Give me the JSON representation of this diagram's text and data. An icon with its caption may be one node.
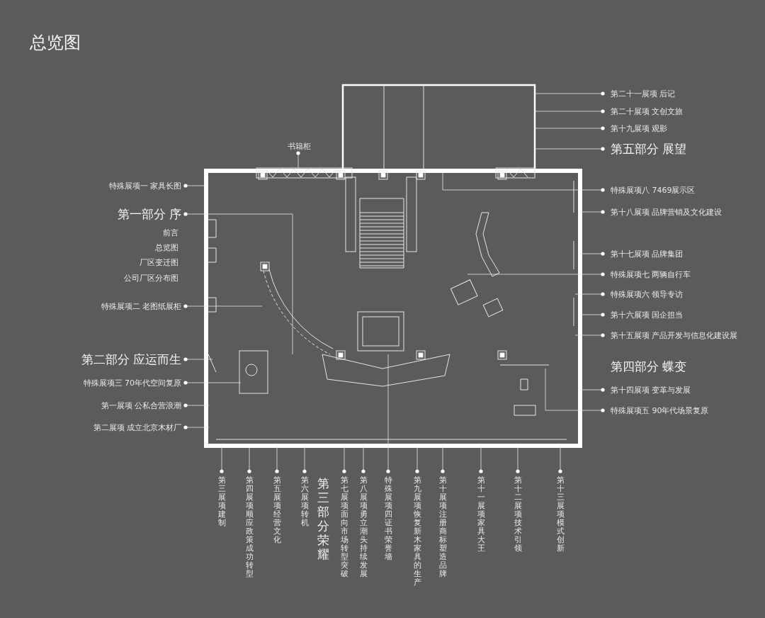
{
  "diagram": {
    "title": "总览图",
    "nodes": [
      {
        "text": [
          "书籍柜"
        ]
      },
      {
        "text": [
          "特殊展项一 家具长图"
        ]
      },
      {
        "text": [
          "第一部分 序"
        ]
      },
      {
        "text": [
          "特殊展项二 老图纸展柜"
        ]
      },
      {
        "text": [
          "第二部分 应运而生"
        ]
      },
      {
        "text": [
          "特殊展项三 70年代空间复原"
        ]
      },
      {
        "text": [
          "第一展项 公私合营浪潮"
        ]
      },
      {
        "text": [
          "第二展项 成立北京木材厂"
        ]
      },
      {
        "text": [
          "第二十一展项 后记"
        ]
      },
      {
        "text": [
          "第二十展项 文创文旅"
        ]
      },
      {
        "text": [
          "第十九展项 观影"
        ]
      },
      {
        "text": [
          "第五部分 展望"
        ]
      },
      {
        "text": [
          "特殊展项八 7469展示区"
        ]
      },
      {
        "text": [
          "第十八展项 品牌营销及文化建设"
        ]
      },
      {
        "text": [
          "第十七展项 品牌集团"
        ]
      },
      {
        "text": [
          "特殊展项七 两辆自行车"
        ]
      },
      {
        "text": [
          "特殊展项六 领导专访"
        ]
      },
      {
        "text": [
          "第十六展项 国企担当"
        ]
      },
      {
        "text": [
          "第十五展项 产品开发与信息化建设展"
        ]
      },
      {
        "text": [
          "第十四展项 变革与发展"
        ]
      },
      {
        "text": [
          "特殊展项五 90年代场景复原"
        ]
      },
      {
        "text": [
          "第三展项建制"
        ]
      },
      {
        "text": [
          "第四展项顺应政策成功转型"
        ]
      },
      {
        "text": [
          "第五展项经营文化"
        ]
      },
      {
        "text": [
          "第六展项转机"
        ]
      },
      {
        "text": [
          "第七展项面向市场转型突破"
        ]
      },
      {
        "text": [
          "第八展项勇立潮头持续发展"
        ]
      },
      {
        "text": [
          "特殊展项四证书荣誉墙"
        ]
      },
      {
        "text": [
          "第九展项恢复新木家具的生产"
        ]
      },
      {
        "text": [
          "第十展项注册商标塑造品牌"
        ]
      },
      {
        "text": [
          "第十一展项家具大王"
        ]
      },
      {
        "text": [
          "第十二展项技术引领"
        ]
      },
      {
        "text": [
          "第十三展项模式创新"
        ]
      }
    ],
    "edges": [
      {
        "from": 0,
        "to": null,
        "arrow": "other"
      },
      {
        "from": 1,
        "to": null,
        "arrow": "other"
      },
      {
        "from": 2,
        "to": null,
        "arrow": "other"
      },
      {
        "from": 3,
        "to": null,
        "arrow": "other"
      },
      {
        "from": 4,
        "to": null,
        "arrow": "other"
      },
      {
        "from": 5,
        "to": null,
        "arrow": "other"
      },
      {
        "from": 6,
        "to": null,
        "arrow": "other"
      },
      {
        "from": 7,
        "to": null,
        "arrow": "other"
      },
      {
        "from": 8,
        "to": null,
        "arrow": "other"
      },
      {
        "from": 9,
        "to": null,
        "arrow": "other"
      },
      {
        "from": 10,
        "to": null,
        "arrow": "other"
      },
      {
        "from": 11,
        "to": null,
        "arrow": "other"
      },
      {
        "from": 12,
        "to": null,
        "arrow": "other"
      },
      {
        "from": 13,
        "to": null,
        "arrow": "other"
      },
      {
        "from": 14,
        "to": null,
        "arrow": "other"
      },
      {
        "from": 15,
        "to": null,
        "arrow": "other"
      },
      {
        "from": 16,
        "to": null,
        "arrow": "other"
      },
      {
        "from": 17,
        "to": null,
        "arrow": "other"
      },
      {
        "from": 18,
        "to": null,
        "arrow": "other"
      },
      {
        "from": 19,
        "to": null,
        "arrow": "other"
      },
      {
        "from": 20,
        "to": null,
        "arrow": "other"
      },
      {
        "from": 21,
        "to": null,
        "arrow": "other"
      },
      {
        "from": 22,
        "to": null,
        "arrow": "other"
      },
      {
        "from": 23,
        "to": null,
        "arrow": "other"
      },
      {
        "from": 24,
        "to": null,
        "arrow": "other"
      },
      {
        "from": 25,
        "to": null,
        "arrow": "other"
      },
      {
        "from": 26,
        "to": null,
        "arrow": "other"
      },
      {
        "from": 27,
        "to": null,
        "arrow": "other"
      },
      {
        "from": 28,
        "to": null,
        "arrow": "other"
      },
      {
        "from": 29,
        "to": null,
        "arrow": "other"
      },
      {
        "from": 30,
        "to": null,
        "arrow": "other"
      },
      {
        "from": 31,
        "to": null,
        "arrow": "other"
      },
      {
        "from": 32,
        "to": null,
        "arrow": "other"
      }
    ],
    "labels": [
      "前言",
      "总览图",
      "厂区变迁图",
      "公司厂区分布图",
      "第三部分荣耀",
      "第四部分 蝶变"
    ]
  }
}
